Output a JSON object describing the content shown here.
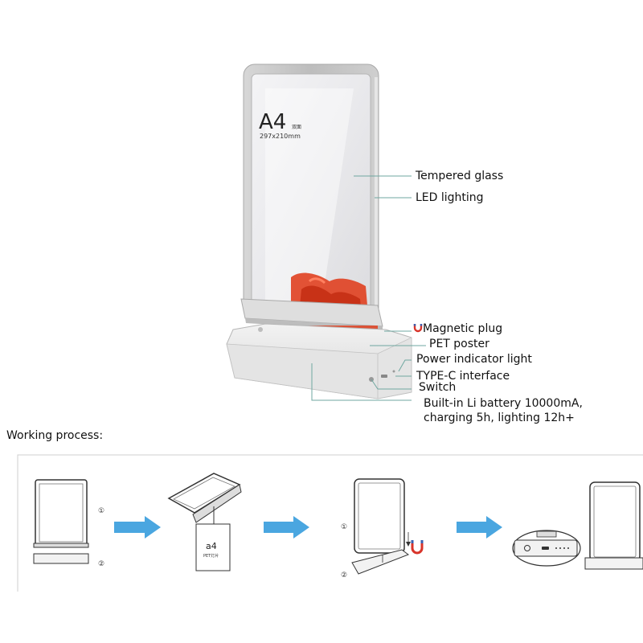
{
  "product": {
    "poster_size_big": "A4",
    "poster_size_cn": "双面",
    "poster_dims": "297x210mm"
  },
  "callouts": {
    "tempered_glass": "Tempered glass",
    "led_lighting": "LED lighting",
    "magnetic_plug": "Magnetic plug",
    "pet_poster": "PET poster",
    "power_indicator": "Power indicator light",
    "typec": "TYPE-C interface",
    "switch": "Switch",
    "battery_line1": "Built-in Li battery 10000mA,",
    "battery_line2": "charging 5h, lighting 12h+"
  },
  "working_process": {
    "title": "Working process:",
    "step1_mark_top": "①",
    "step1_mark_bottom": "②",
    "step2_sheet_label": "a4",
    "step2_sheet_sublabel": "PET灯片",
    "step3_mark_top": "①",
    "step3_mark_bottom": "②"
  },
  "colors": {
    "frame_silver": "#c8c8c8",
    "arrow_blue": "#4aa6e0",
    "poster_accent": "#e04020",
    "magnet_red": "#d8342a",
    "magnet_blue": "#3a5fb0"
  }
}
